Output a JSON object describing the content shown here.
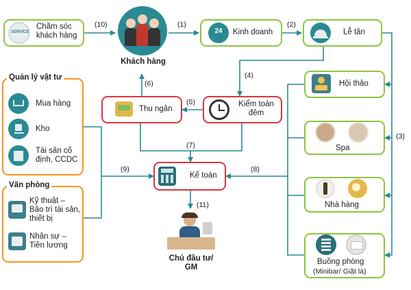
{
  "nodes": {
    "cham_soc": "Chăm sóc khách hàng",
    "service_badge": "SERVICE",
    "khach_hang": "Khách hàng",
    "kinh_doanh": "Kinh doanh",
    "le_tan": "Lễ tân",
    "quan_ly_vat_tu": "Quản lý vật tư",
    "mua_hang": "Mua hàng",
    "kho": "Kho",
    "tai_san_1": "Tài sản cố",
    "tai_san_2": "định, CCDC",
    "thu_ngan": "Thu ngân",
    "kiem_toan_1": "Kiểm toán",
    "kiem_toan_2": "đêm",
    "hoi_thao": "Hội thảo",
    "spa": "Spa",
    "ke_toan": "Kế toán",
    "van_phong": "Văn phòng",
    "ky_thuat_1": "Kỹ thuật –",
    "ky_thuat_2": "Bảo trì tài sản,",
    "ky_thuat_3": "thiết bị",
    "nhan_su_1": "Nhân sự –",
    "nhan_su_2": "Tiền lương",
    "nha_hang": "Nhà hàng",
    "chu_dau_tu_1": "Chủ đầu tư/",
    "chu_dau_tu_2": "GM",
    "buong_phong": "Buồng phòng",
    "buong_phong_sub": "(Minibar/ Giặt là)"
  },
  "edges": {
    "e1": "(1)",
    "e2": "(2)",
    "e3": "(3)",
    "e4": "(4)",
    "e5": "(5)",
    "e6": "(6)",
    "e7": "(7)",
    "e8": "(8)",
    "e9": "(9)",
    "e10": "(10)",
    "e11": "(11)"
  },
  "icons": {
    "phone_badge": "24",
    "colors": {
      "line": "#2a8a94",
      "green": "#8cc63f",
      "red": "#d9363e",
      "orange": "#f7941d"
    }
  }
}
